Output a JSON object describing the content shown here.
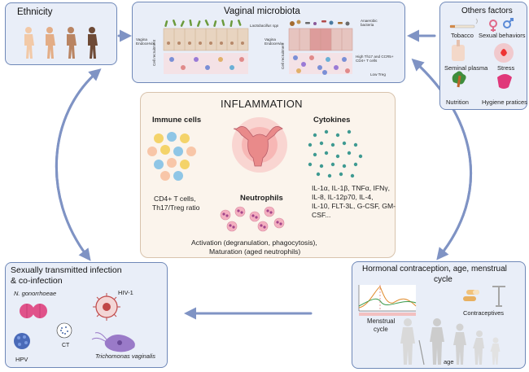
{
  "ethnicity": {
    "title": "Ethnicity"
  },
  "microbiota": {
    "title": "Vaginal microbiota",
    "healthy": {
      "bacteria": "Lactobacillus spp",
      "epithelium": "Vagina Endocervix",
      "recruitment": "Cell recruitment"
    },
    "dysbiosis": {
      "bacteria": "Anaerobic bacteria",
      "epithelium": "Vagina Endocervix",
      "recruitment": "Cell recruitment",
      "th17": "High Th17 and CCR5+ CD4+ T cells",
      "treg": "Low Treg"
    }
  },
  "others": {
    "title": "Others factors",
    "items": {
      "tobacco": "Tobacco",
      "sexual": "Sexual behaviors",
      "seminal": "Seminal plasma",
      "stress": "Stress",
      "nutrition": "Nutrition",
      "hygiene": "Hygiene pratices"
    }
  },
  "inflammation": {
    "title": "INFLAMMATION",
    "immune": {
      "title": "Immune cells",
      "line1": "CD4+ T cells,",
      "line2": "Th17/Treg ratio"
    },
    "cytokines": {
      "title": "Cytokines",
      "line1": "IL-1α, IL-1β, TNFα, IFNγ,",
      "line2": "IL-8, IL-12p70, IL-4,",
      "line3": "IL-10, FLT-3L, G-CSF, GM-",
      "line4": "CSF..."
    },
    "neutrophils": {
      "title": "Neutrophils",
      "line1": "Activation (degranulation, phagocytosis),",
      "line2": "Maturation (aged neutrophils)"
    }
  },
  "sti": {
    "title1": "Sexually transmitted infection",
    "title2": "& co-infection",
    "ngono": "N. gonorrhoeae",
    "hiv": "HIV-1",
    "ct": "CT",
    "hpv": "HPV",
    "tricho": "Trichomonas vaginalis"
  },
  "hormonal": {
    "title1": "Hormonal contraception, age, menstrual",
    "title2": "cycle",
    "cycle1": "Menstrual",
    "cycle2": "cycle",
    "contraceptives": "Contraceptives",
    "age": "age"
  },
  "colors": {
    "panel_border": "#6f88b8",
    "panel_fill": "#e9eef8",
    "arrow": "#7f93c4",
    "center_fill": "#fbf4ec"
  }
}
